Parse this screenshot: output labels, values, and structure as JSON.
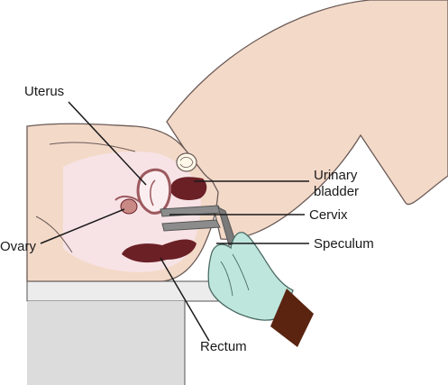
{
  "labels": {
    "uterus": "Uterus",
    "ovary": "Ovary",
    "bladder_line1": "Urinary",
    "bladder_line2": "bladder",
    "cervix": "Cervix",
    "speculum": "Speculum",
    "rectum": "Rectum"
  },
  "colors": {
    "skin": "#f3d9c8",
    "skin_outline": "#6b5b57",
    "interior": "#f7e3e6",
    "organ_dark": "#6b2026",
    "organ_mid": "#9c5a5e",
    "speculum": "#7a7a7a",
    "glove": "#bfe6dc",
    "table": "#d9d9d9",
    "sleeve": "#5a2410"
  }
}
